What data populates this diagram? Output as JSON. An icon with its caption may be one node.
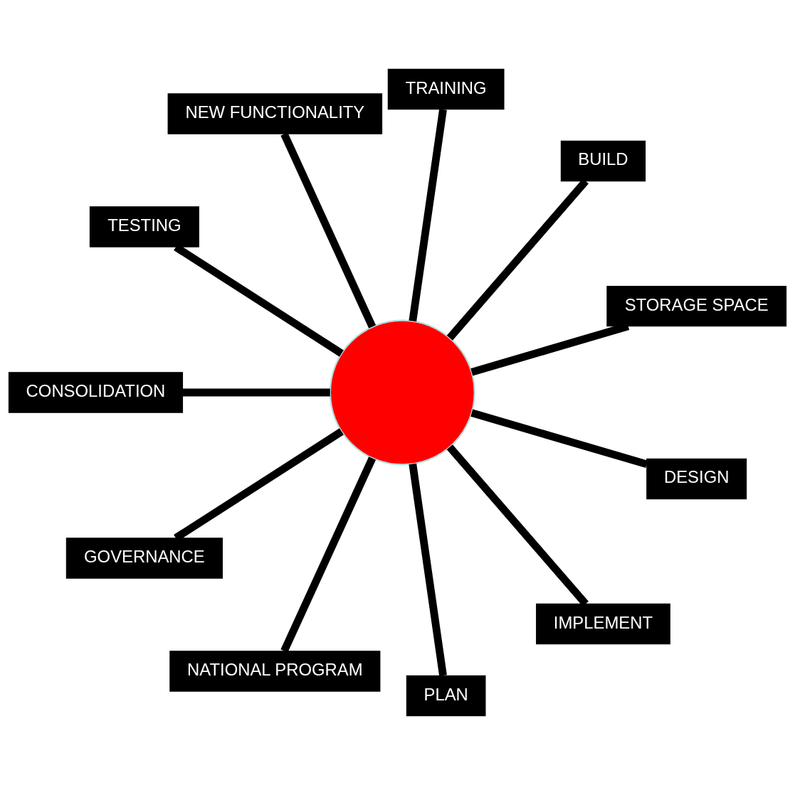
{
  "diagram": {
    "nodes": [
      {
        "text": [],
        "shape": "circle"
      },
      {
        "text": [
          "STORAGE SPACE"
        ]
      },
      {
        "text": [
          "BUILD"
        ]
      },
      {
        "text": [
          "TRAINING"
        ]
      },
      {
        "text": [
          "NEW FUNCTIONALITY"
        ]
      },
      {
        "text": [
          "TESTING"
        ]
      },
      {
        "text": [
          "CONSOLIDATION"
        ]
      },
      {
        "text": [
          "GOVERNANCE"
        ]
      },
      {
        "text": [
          "NATIONAL PROGRAM"
        ]
      },
      {
        "text": [
          "PLAN"
        ]
      },
      {
        "text": [
          "IMPLEMENT"
        ]
      },
      {
        "text": [
          "DESIGN"
        ]
      }
    ],
    "edges": [
      {
        "from": 0,
        "to": 1,
        "arrow": "none"
      },
      {
        "from": 0,
        "to": 2,
        "arrow": "none"
      },
      {
        "from": 0,
        "to": 3,
        "arrow": "none"
      },
      {
        "from": 0,
        "to": 4,
        "arrow": "none"
      },
      {
        "from": 0,
        "to": 5,
        "arrow": "none"
      },
      {
        "from": 0,
        "to": 6,
        "arrow": "none"
      },
      {
        "from": 0,
        "to": 7,
        "arrow": "none"
      },
      {
        "from": 0,
        "to": 8,
        "arrow": "none"
      },
      {
        "from": 0,
        "to": 9,
        "arrow": "none"
      },
      {
        "from": 0,
        "to": 10,
        "arrow": "none"
      },
      {
        "from": 0,
        "to": 11,
        "arrow": "none"
      }
    ]
  }
}
